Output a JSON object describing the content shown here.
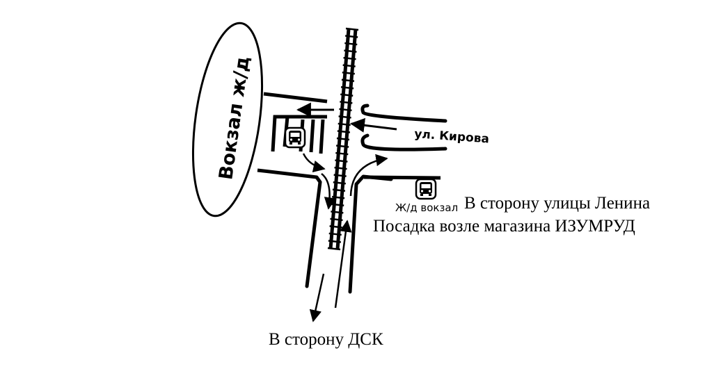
{
  "station": {
    "label": "Вокзал ж/д"
  },
  "street": {
    "label": "ул. Кирова"
  },
  "bus_stop": {
    "label": "Ж/д вокзал"
  },
  "directions": {
    "lenin_line1": "В сторону улицы Ленина",
    "lenin_line2": "Посадка возле магазина ИЗУМРУД",
    "dsk": "В сторону ДСК"
  },
  "icons": {
    "bus_stop_station": "bus-icon",
    "bus_stop_kirova": "bus-icon"
  },
  "colors": {
    "ink": "#000000",
    "background": "#ffffff"
  }
}
